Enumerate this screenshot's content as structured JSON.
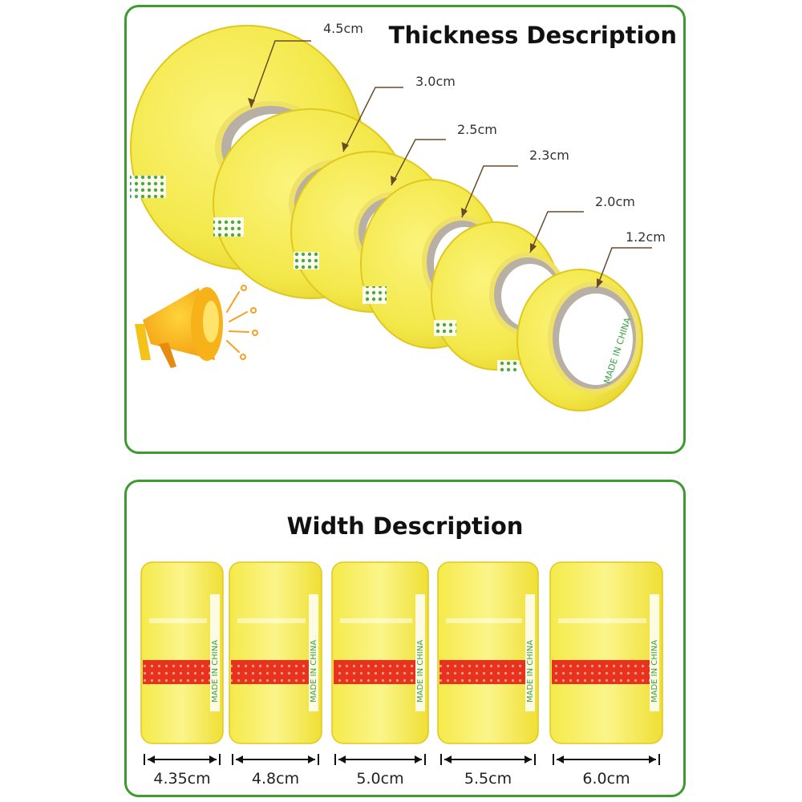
{
  "thickness": {
    "title": "Thickness Description",
    "rolls": [
      {
        "label": "4.5cm"
      },
      {
        "label": "3.0cm"
      },
      {
        "label": "2.5cm"
      },
      {
        "label": "2.3cm"
      },
      {
        "label": "2.0cm"
      },
      {
        "label": "1.2cm"
      }
    ],
    "core_text": "MADE IN CHINA"
  },
  "width": {
    "title": "Width Description",
    "rolls": [
      {
        "label": "4.35cm"
      },
      {
        "label": "4.8cm"
      },
      {
        "label": "5.0cm"
      },
      {
        "label": "5.5cm"
      },
      {
        "label": "6.0cm"
      }
    ],
    "side_text": "MADE IN CHINA"
  },
  "colors": {
    "border": "#3d9b2e",
    "tape": "#f3e84a",
    "tape_edge": "#e0c81e",
    "stripe_red": "#e8321e",
    "stripe_green": "#3aa048",
    "core": "#b8b0a4",
    "leader": "#6b4a2a"
  },
  "icons": {
    "megaphone": "megaphone-icon"
  }
}
